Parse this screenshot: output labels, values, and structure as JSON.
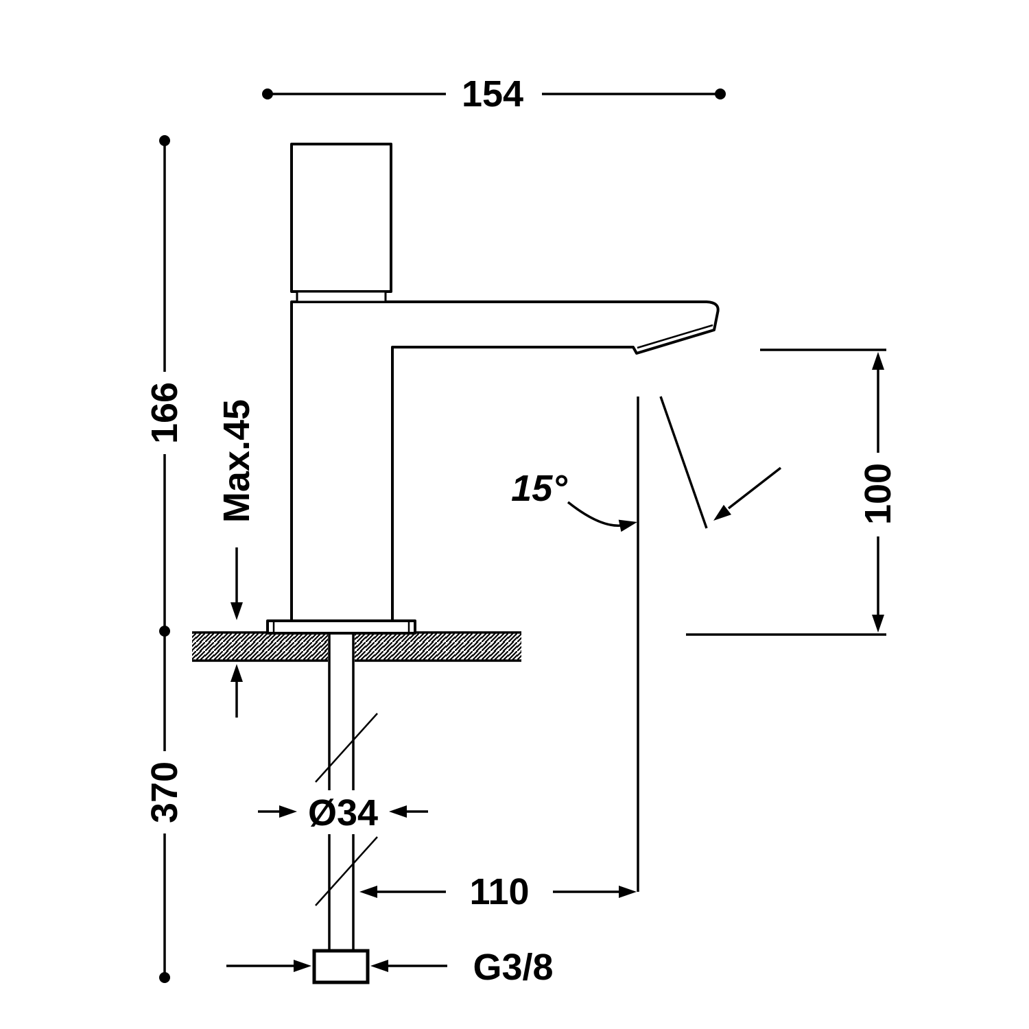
{
  "drawing": {
    "background": "#ffffff",
    "line_color": "#000000",
    "labels": {
      "overall_depth": "154",
      "height_above_deck": "166",
      "max_deck_thickness": "Max.45",
      "supply_length": "370",
      "shank_diameter": "Ø34",
      "spout_reach_offset": "110",
      "connection_thread": "G3/8",
      "outlet_height": "100",
      "spout_angle": "15°"
    }
  }
}
